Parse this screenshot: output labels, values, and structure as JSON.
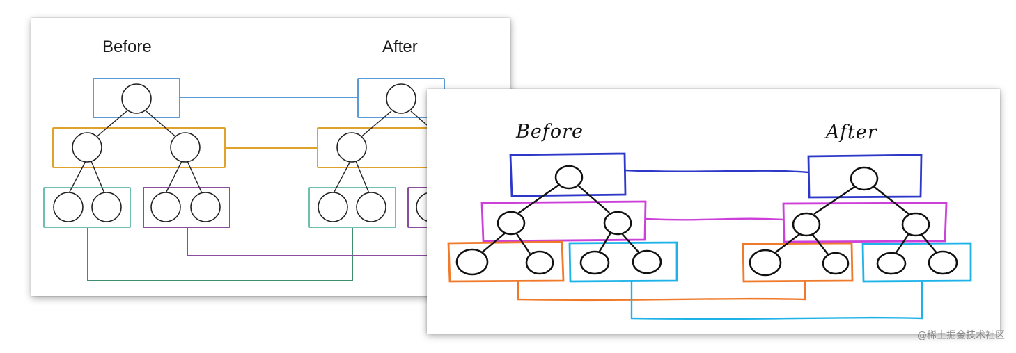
{
  "panel_computer": {
    "before_label": "Before",
    "after_label": "After",
    "colors": {
      "level1": "#5b9bd5",
      "level2": "#e0a22a",
      "level3_left": "#6fbeae",
      "level3_right": "#8a4c9e"
    }
  },
  "panel_handdrawn": {
    "before_label": "Before",
    "after_label": "After",
    "colors": {
      "level1": "#2d38c8",
      "level2": "#cc3fd9",
      "level3_left": "#f07a2b",
      "level3_right": "#1eb3e8"
    }
  },
  "watermark": "@稀土掘金技术社区"
}
